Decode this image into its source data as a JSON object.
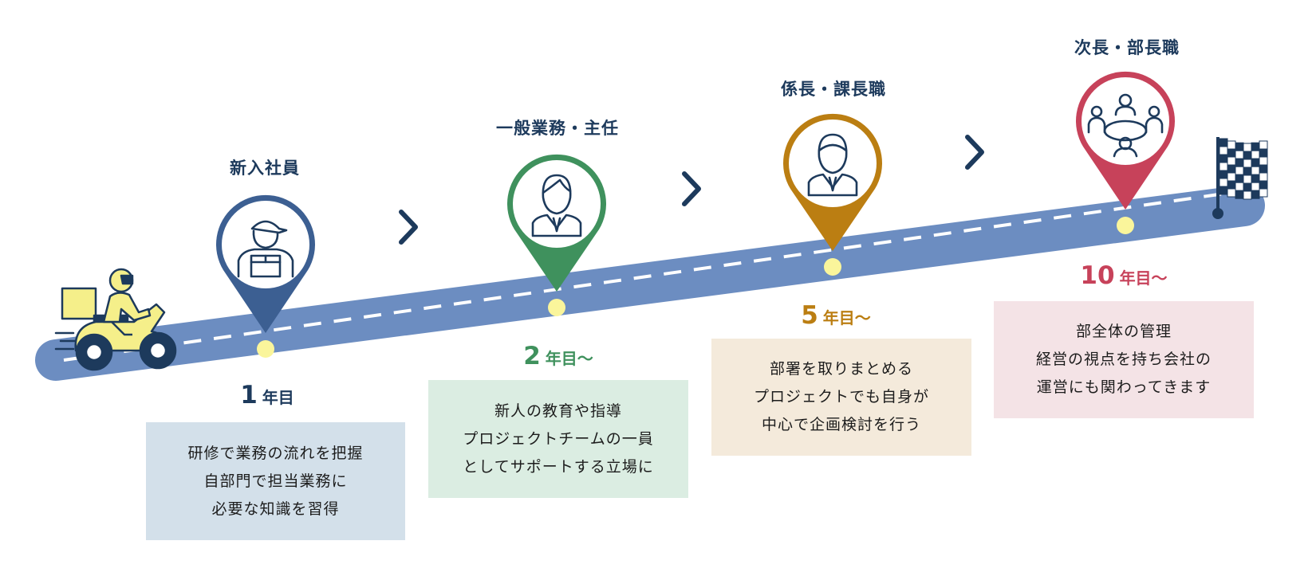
{
  "stages": [
    {
      "role": "新入社員",
      "year_num": "1",
      "year_unit": "年目",
      "color": "#3c5f92",
      "box_color": "#d3e0ea",
      "icon": "delivery-worker-icon",
      "lines": [
        "研修で業務の流れを把握",
        "自部門で担当業務に",
        "必要な知識を習得"
      ]
    },
    {
      "role": "一般業務・主任",
      "year_num": "2",
      "year_unit": "年目〜",
      "color": "#3f915d",
      "box_color": "#dbede2",
      "icon": "employee-icon",
      "lines": [
        "新人の教育や指導",
        "プロジェクトチームの一員",
        "としてサポートする立場に"
      ]
    },
    {
      "role": "係長・課長職",
      "year_num": "5",
      "year_unit": "年目〜",
      "color": "#bb7e12",
      "box_color": "#f4eadb",
      "icon": "manager-icon",
      "lines": [
        "部署を取りまとめる",
        "プロジェクトでも自身が",
        "中心で企画検討を行う"
      ]
    },
    {
      "role": "次長・部長職",
      "year_num": "10",
      "year_unit": "年目〜",
      "color": "#c7425a",
      "box_color": "#f4e3e6",
      "icon": "meeting-icon",
      "lines": [
        "部全体の管理",
        "経営の視点を持ち会社の",
        "運営にも関わってきます"
      ]
    }
  ],
  "colors": {
    "road": "#6c8dc1",
    "road_dash": "#ffffff",
    "milestone_dot": "#faf59b",
    "chevron": "#1d3a5c",
    "icon_line": "#1d3a5c",
    "scooter_yellow": "#f5ef8a"
  },
  "icons": [
    "scooter-rider-icon",
    "checkered-flag-icon",
    "chevron-right-icon"
  ]
}
